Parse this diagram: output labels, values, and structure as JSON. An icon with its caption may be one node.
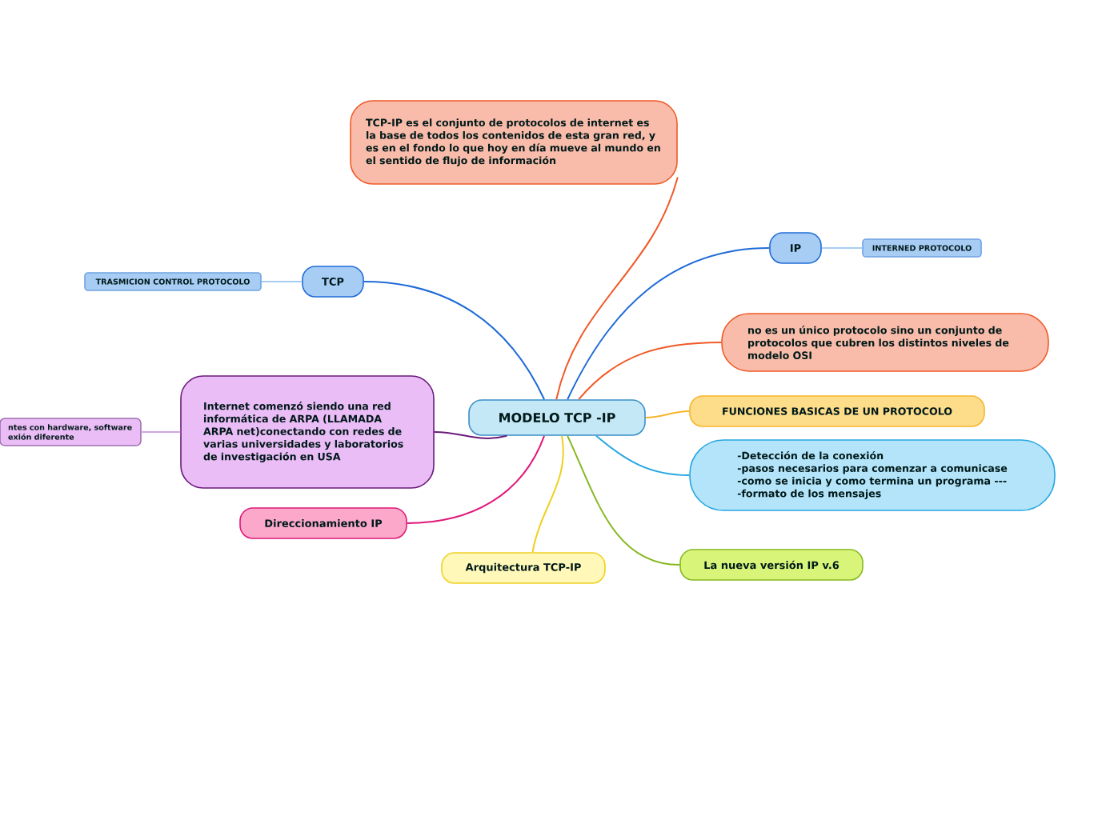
{
  "diagram": {
    "nodes": [
      {
        "text": [
          "MODELO TCP -IP"
        ]
      },
      {
        "text": [
          "TCP-IP es el  conjunto de protocolos de internet es la base de todos los contenidos de esta gran red, y es en el fondo lo que hoy en día mueve al mundo en el sentido de flujo de información"
        ]
      },
      {
        "text": [
          "TCP"
        ]
      },
      {
        "text": [
          "TRASMICION CONTROL PROTOCOLO"
        ]
      },
      {
        "text": [
          "Internet  comenzó  siendo una red informática de ARPA (LLAMADA ARPA net)conectando con redes de varias universidades y laboratorios de investigación en USA"
        ]
      },
      {
        "text": [
          "ntes con hardware, software exión diferente"
        ]
      },
      {
        "text": [
          "Direccionamiento IP"
        ]
      },
      {
        "text": [
          "Arquitectura TCP-IP"
        ]
      },
      {
        "text": [
          "IP"
        ]
      },
      {
        "text": [
          "INTERNED PROTOCOLO"
        ]
      },
      {
        "text": [
          "no es un único protocolo sino un conjunto de protocolos que cubren los distintos niveles de modelo OSI"
        ]
      },
      {
        "text": [
          "FUNCIONES BASICAS DE UN PROTOCOLO"
        ]
      },
      {
        "text": [
          "-Detección de la conexión",
          "-pasos necesarios para comenzar a comunicase",
          "-como se inicia y como termina un programa ---",
          "-formato de los mensajes"
        ]
      },
      {
        "text": [
          "La nueva versión IP v.6"
        ]
      }
    ],
    "edges": [
      {
        "from": 0,
        "to": 1,
        "arrow": "none",
        "color": "#f05a28"
      },
      {
        "from": 0,
        "to": 2,
        "arrow": "none",
        "color": "#1f6bd6"
      },
      {
        "from": 2,
        "to": 3,
        "arrow": "none",
        "color": "#a8cdf5"
      },
      {
        "from": 0,
        "to": 4,
        "arrow": "none",
        "color": "#6a1b78"
      },
      {
        "from": 4,
        "to": 5,
        "arrow": "none",
        "color": "#d0a8e0"
      },
      {
        "from": 0,
        "to": 6,
        "arrow": "none",
        "color": "#e0187a"
      },
      {
        "from": 0,
        "to": 7,
        "arrow": "none",
        "color": "#f0d020"
      },
      {
        "from": 0,
        "to": 8,
        "arrow": "none",
        "color": "#1f6bd6"
      },
      {
        "from": 8,
        "to": 9,
        "arrow": "none",
        "color": "#a8cdf5"
      },
      {
        "from": 0,
        "to": 10,
        "arrow": "none",
        "color": "#f05a28"
      },
      {
        "from": 0,
        "to": 11,
        "arrow": "none",
        "color": "#f7b52a"
      },
      {
        "from": 0,
        "to": 12,
        "arrow": "none",
        "color": "#27a6e0"
      },
      {
        "from": 0,
        "to": 13,
        "arrow": "none",
        "color": "#86b820"
      }
    ]
  }
}
